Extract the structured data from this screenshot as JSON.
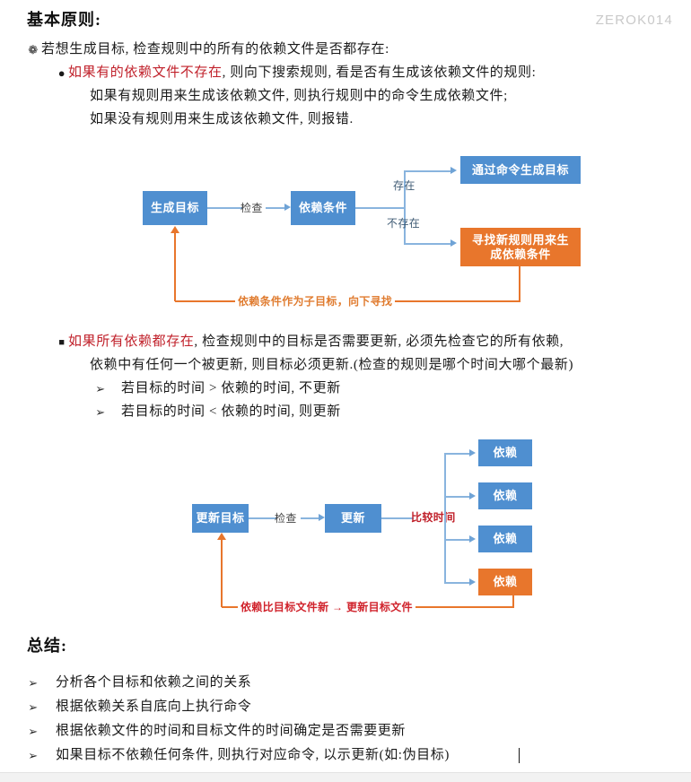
{
  "watermark": "ZEROK014",
  "sections": {
    "basic_title": "基本原则:",
    "summary_title": "总结:"
  },
  "basic_list": {
    "level1": "若想生成目标, 检查规则中的所有的依赖文件是否都存在:",
    "item_a": {
      "bullet": "disc-bullet",
      "red": "如果有的依赖文件不存在",
      "rest": ", 则向下搜索规则, 看是否有生成该依赖文件的规则:",
      "line2": "如果有规则用来生成该依赖文件, 则执行规则中的命令生成依赖文件;",
      "line3": "如果没有规则用来生成该依赖文件, 则报错."
    },
    "item_b": {
      "bullet": "square-bullet",
      "red": "如果所有依赖都存在",
      "rest": ", 检查规则中的目标是否需要更新, 必须先检查它的所有依赖,",
      "line2": "依赖中有任何一个被更新, 则目标必须更新.(检查的规则是哪个时间大哪个最新)",
      "sub1": "若目标的时间 > 依赖的时间, 不更新",
      "sub2": "若目标的时间 < 依赖的时间, 则更新"
    }
  },
  "diagram1": {
    "nodes": {
      "start": "生成目标",
      "check": "依赖条件",
      "exists_result": "通过命令生成目标",
      "not_exists_result": "寻找新规则用来生\n成依赖条件"
    },
    "labels": {
      "check": "检查",
      "exists": "存在",
      "not_exists": "不存在",
      "return": "依赖条件作为子目标，向下寻找"
    }
  },
  "diagram2": {
    "nodes": {
      "start": "更新目标",
      "update": "更新",
      "dep1": "依赖",
      "dep2": "依赖",
      "dep3": "依赖",
      "dep4": "依赖"
    },
    "labels": {
      "check": "检查",
      "compare": "比较时间",
      "return": "依赖比目标文件新 → 更新目标文件"
    }
  },
  "summary_list": [
    "分析各个目标和依赖之间的关系",
    "根据依赖关系自底向上执行命令",
    "根据依赖文件的时间和目标文件的时间确定是否需要更新",
    "如果目标不依赖任何条件, 则执行对应命令, 以示更新(如:伪目标)"
  ],
  "colors": {
    "blue_node": "#4f8fd0",
    "orange_node": "#e8762c",
    "red_text": "#c0202a",
    "connector_blue": "#89b4de",
    "connector_orange": "#e8762c"
  },
  "bullets": {
    "flower": "❁",
    "disc": "●",
    "square": "■",
    "arrow": "➢"
  }
}
